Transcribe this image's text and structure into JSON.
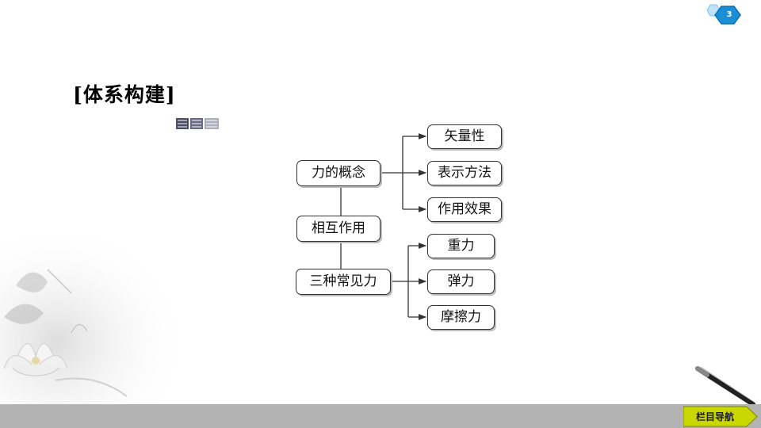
{
  "page": {
    "number": "3"
  },
  "title": {
    "text": "[体系构建]"
  },
  "diagram": {
    "nodes": {
      "force_concept": "力的概念",
      "interaction": "相互作用",
      "three_forces": "三种常见力",
      "vector": "矢量性",
      "representation": "表示方法",
      "effect": "作用效果",
      "gravity": "重力",
      "elastic": "弹力",
      "friction": "摩擦力"
    }
  },
  "nav": {
    "label": "栏目导航"
  },
  "colors": {
    "bottom_bar": "#b3b3b3",
    "nav_button": "#c8d800",
    "badge": "#1a8fd6"
  }
}
